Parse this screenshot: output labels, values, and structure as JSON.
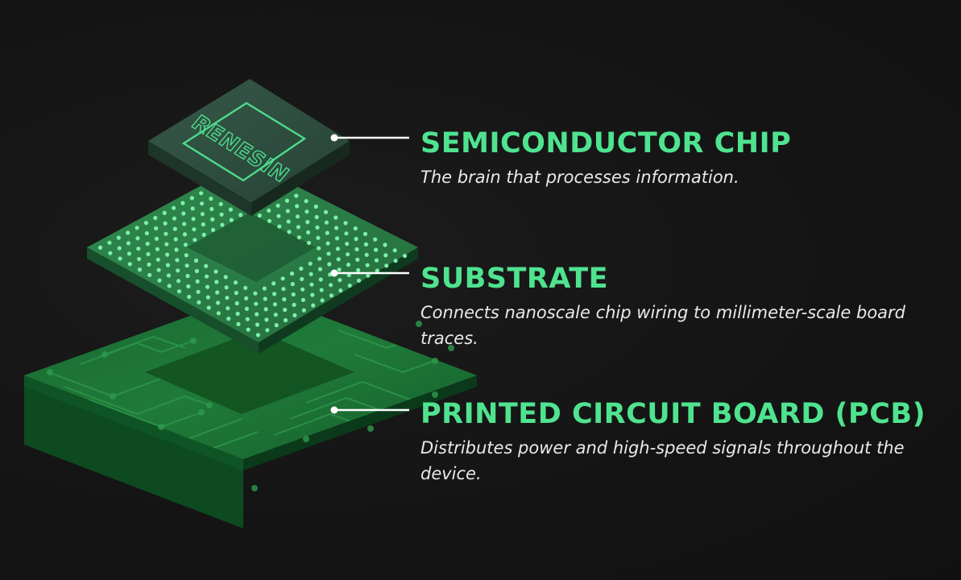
{
  "colors": {
    "accent": "#4fe38f",
    "text": "#e9e9e9",
    "background": "#141414",
    "chip_top": "#2d4f3c",
    "substrate_top": "#2a7a45",
    "pcb_top": "#1d7436"
  },
  "chip": {
    "logo_text": "RENESIN"
  },
  "layers": [
    {
      "title": "SEMICONDUCTOR CHIP",
      "description": "The brain that processes information."
    },
    {
      "title": "SUBSTRATE",
      "description": "Connects nanoscale chip wiring to millimeter-scale board traces."
    },
    {
      "title": "PRINTED CIRCUIT BOARD (PCB)",
      "description": "Distributes power and high-speed signals throughout the device."
    }
  ]
}
